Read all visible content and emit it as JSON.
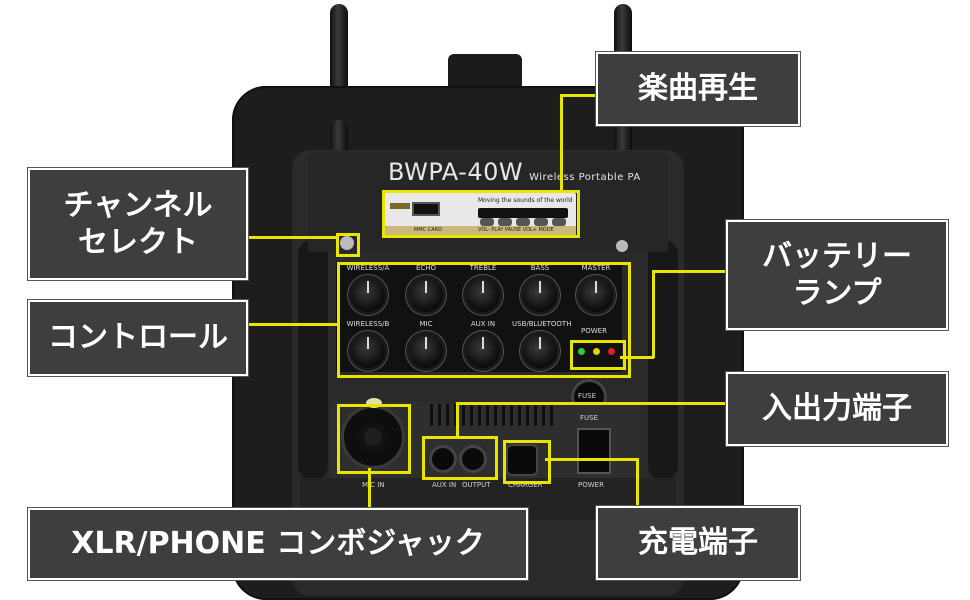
{
  "device": {
    "model": "BWPA-40W",
    "model_sub": "Wireless Portable PA",
    "player": {
      "tagline": "Moving the sounds of the world",
      "strip_left": "MMC CARD",
      "strip_right": "VOL-  PLAY PAUSE  VOL+  MODE"
    },
    "knobs_top": [
      "WIRELESS/A",
      "ECHO",
      "TREBLE",
      "BASS",
      "MASTER"
    ],
    "knobs_bottom": [
      "WIRELESS/B",
      "MIC",
      "AUX IN",
      "USB/BLUETOOTH"
    ],
    "power_label": "POWER",
    "fuse_label": "FUSE",
    "fuse_switch_label": "FUSE",
    "jack_labels": [
      "MIC IN",
      "AUX IN",
      "OUTPUT",
      "CHARGER",
      "POWER"
    ]
  },
  "callouts": {
    "music_playback": "楽曲再生",
    "channel_select": "チャンネル\nセレクト",
    "controls": "コントロール",
    "battery_lamp": "バッテリー\nランプ",
    "io_terminals": "入出力端子",
    "xlr_jack": "XLR/PHONE コンボジャック",
    "charge_terminal": "充電端子"
  },
  "colors": {
    "highlight": "#e8e600",
    "callout_bg": "#3e3e3e",
    "device_body": "#1d1d1d"
  }
}
